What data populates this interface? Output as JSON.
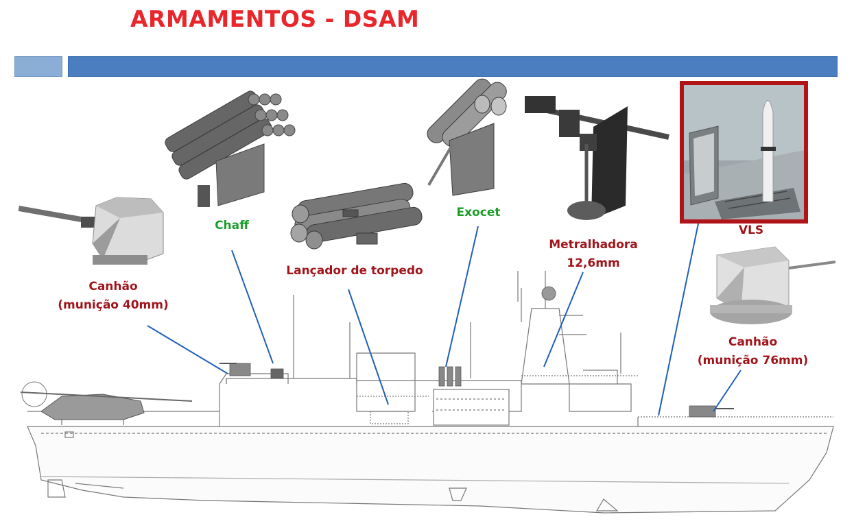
{
  "title": "ARMAMENTOS - DSAM",
  "labels": {
    "canhao40_line1": "Canhão",
    "canhao40_line2": "(munição 40mm)",
    "chaff": "Chaff",
    "torpedo": "Lançador de torpedo",
    "exocet": "Exocet",
    "metralhadora_line1": "Metralhadora",
    "metralhadora_line2": "12,6mm",
    "vls": "VLS",
    "canhao76_line1": "Canhão",
    "canhao76_line2": "(munição 76mm)"
  },
  "colors": {
    "title": "#e8262b",
    "label_red": "#a0141a",
    "label_green": "#1c9e2a",
    "bar_light": "#8aaed6",
    "bar_dark": "#4a7ec0",
    "leader_line": "#1f5fb8",
    "vls_frame": "#b01419"
  }
}
